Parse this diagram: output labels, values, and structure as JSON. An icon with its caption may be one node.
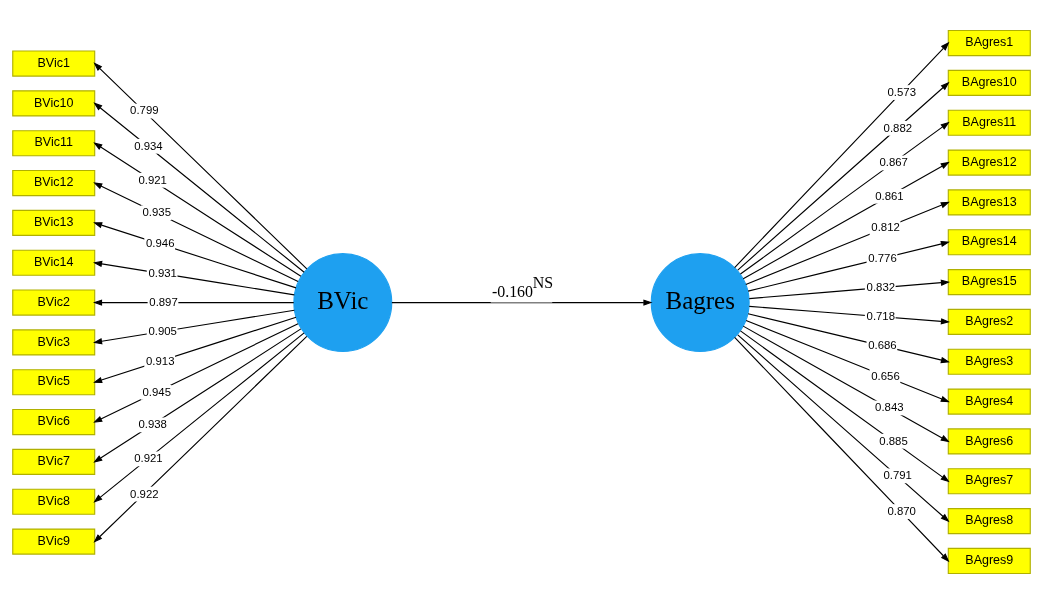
{
  "diagram": {
    "nodes": [
      {
        "text": [
          "BVic1"
        ]
      },
      {
        "text": [
          "BVic10"
        ]
      },
      {
        "text": [
          "BVic11"
        ]
      },
      {
        "text": [
          "BVic12"
        ]
      },
      {
        "text": [
          "BVic13"
        ]
      },
      {
        "text": [
          "BVic14"
        ]
      },
      {
        "text": [
          "BVic2"
        ]
      },
      {
        "text": [
          "BVic3"
        ]
      },
      {
        "text": [
          "BVic5"
        ]
      },
      {
        "text": [
          "BVic6"
        ]
      },
      {
        "text": [
          "BVic7"
        ]
      },
      {
        "text": [
          "BVic8"
        ]
      },
      {
        "text": [
          "BVic9"
        ]
      },
      {
        "text": [
          "BVic"
        ]
      },
      {
        "text": [
          "Bagres"
        ]
      },
      {
        "text": [
          "BAgres1"
        ]
      },
      {
        "text": [
          "BAgres10"
        ]
      },
      {
        "text": [
          "BAgres11"
        ]
      },
      {
        "text": [
          "BAgres12"
        ]
      },
      {
        "text": [
          "BAgres13"
        ]
      },
      {
        "text": [
          "BAgres14"
        ]
      },
      {
        "text": [
          "BAgres15"
        ]
      },
      {
        "text": [
          "BAgres2"
        ]
      },
      {
        "text": [
          "BAgres3"
        ]
      },
      {
        "text": [
          "BAgres4"
        ]
      },
      {
        "text": [
          "BAgres6"
        ]
      },
      {
        "text": [
          "BAgres7"
        ]
      },
      {
        "text": [
          "BAgres8"
        ]
      },
      {
        "text": [
          "BAgres9"
        ]
      }
    ],
    "edges": [
      {
        "from": 13,
        "to": 0,
        "arrow": "to",
        "label": "0.799"
      },
      {
        "from": 13,
        "to": 1,
        "arrow": "to",
        "label": "0.934"
      },
      {
        "from": 13,
        "to": 2,
        "arrow": "to",
        "label": "0.921"
      },
      {
        "from": 13,
        "to": 3,
        "arrow": "to",
        "label": "0.935"
      },
      {
        "from": 13,
        "to": 4,
        "arrow": "to",
        "label": "0.946"
      },
      {
        "from": 13,
        "to": 5,
        "arrow": "to",
        "label": "0.931"
      },
      {
        "from": 13,
        "to": 6,
        "arrow": "to",
        "label": "0.897"
      },
      {
        "from": 13,
        "to": 7,
        "arrow": "to",
        "label": "0.905"
      },
      {
        "from": 13,
        "to": 8,
        "arrow": "to",
        "label": "0.913"
      },
      {
        "from": 13,
        "to": 9,
        "arrow": "to",
        "label": "0.945"
      },
      {
        "from": 13,
        "to": 10,
        "arrow": "to",
        "label": "0.938"
      },
      {
        "from": 13,
        "to": 11,
        "arrow": "to",
        "label": "0.921"
      },
      {
        "from": 13,
        "to": 12,
        "arrow": "to",
        "label": "0.922"
      },
      {
        "from": 13,
        "to": 14,
        "arrow": "to",
        "label": "-0.160$^{NS}$"
      },
      {
        "from": 14,
        "to": 15,
        "arrow": "to",
        "label": "0.573"
      },
      {
        "from": 14,
        "to": 16,
        "arrow": "to",
        "label": "0.882"
      },
      {
        "from": 14,
        "to": 17,
        "arrow": "to",
        "label": "0.867"
      },
      {
        "from": 14,
        "to": 18,
        "arrow": "to",
        "label": "0.861"
      },
      {
        "from": 14,
        "to": 19,
        "arrow": "to",
        "label": "0.812"
      },
      {
        "from": 14,
        "to": 20,
        "arrow": "to",
        "label": "0.776"
      },
      {
        "from": 14,
        "to": 21,
        "arrow": "to",
        "label": "0.832"
      },
      {
        "from": 14,
        "to": 22,
        "arrow": "to",
        "label": "0.718"
      },
      {
        "from": 14,
        "to": 23,
        "arrow": "to",
        "label": "0.686"
      },
      {
        "from": 14,
        "to": 24,
        "arrow": "to",
        "label": "0.656"
      },
      {
        "from": 14,
        "to": 25,
        "arrow": "to",
        "label": "0.843"
      },
      {
        "from": 14,
        "to": 26,
        "arrow": "to",
        "label": "0.885"
      },
      {
        "from": 14,
        "to": 27,
        "arrow": "to",
        "label": "0.791"
      },
      {
        "from": 14,
        "to": 28,
        "arrow": "to",
        "label": "0.870"
      }
    ]
  }
}
